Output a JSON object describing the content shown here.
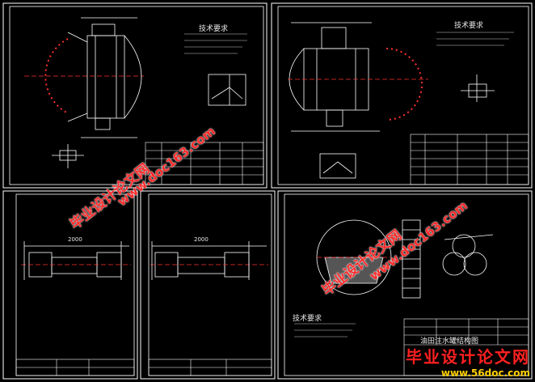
{
  "sheets": {
    "top_left": {
      "tech_title": "技术要求",
      "tag": ""
    },
    "top_right": {
      "tech_title": "技术要求",
      "tag": ""
    },
    "bottom_left_1": {
      "size_label": "2000"
    },
    "bottom_left_2": {
      "size_label": "2000"
    },
    "bottom_right": {
      "tech_title": "技术要求",
      "title_block": "油田注水罐结构图"
    }
  },
  "watermarks": {
    "red_cn": "毕业设计论文网",
    "red_url": "www.doc163.com",
    "logo_cn": "毕业设计论文网",
    "logo_url": "www.56doc.com"
  },
  "colors": {
    "background": "#000000",
    "frame": "#ffffff",
    "centerline": "#ff3030",
    "text": "#e8e8e8",
    "watermark_red": "#ff2a2a",
    "watermark_yellow": "#ffd000"
  }
}
